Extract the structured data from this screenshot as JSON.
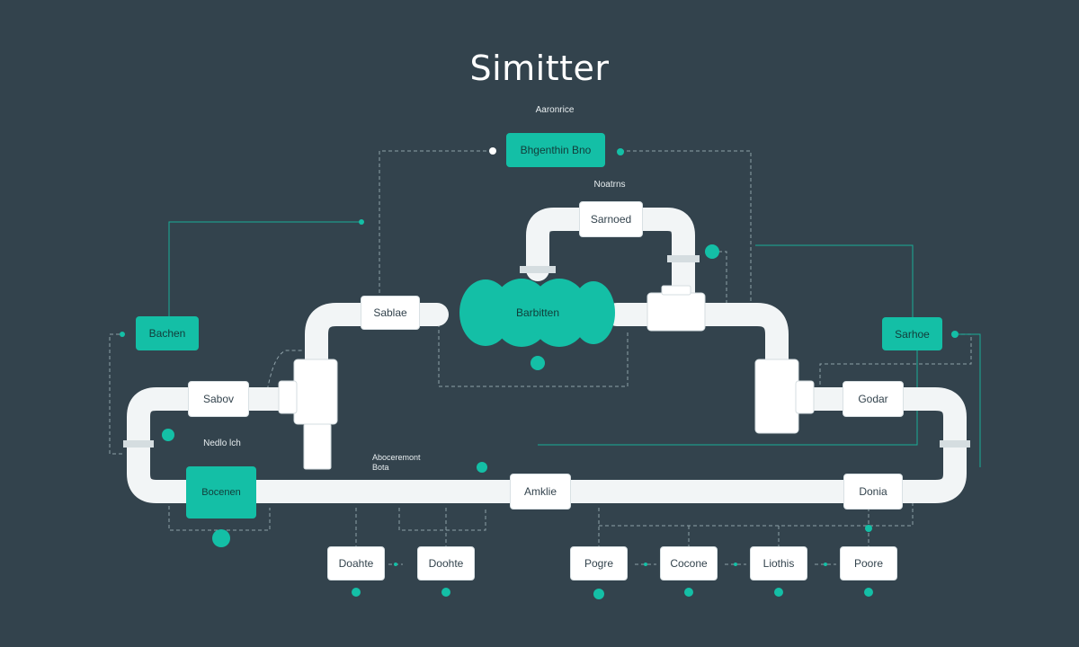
{
  "title": "Simitter",
  "subtitle": "Aaronrice",
  "top_node": "Bhgenthin Bno",
  "upper_note": "Noatrns",
  "colors": {
    "background": "#33434d",
    "accent": "#14bfa6",
    "pipe": "#f2f5f6",
    "line": "#9fb1b8"
  },
  "nodes": {
    "top_pipe_label": "Sarnoed",
    "tank_label": "Barbitten",
    "left_pipe_label": "Sablae",
    "left_teal": "Bachen",
    "right_teal": "Sarhoe",
    "left_lower_pipe": "Sabov",
    "right_lower_pipe": "Godar",
    "left_small_note": "Nedlo lch",
    "center_note_1": "Aboceremont",
    "center_note_2": "Bota",
    "left_bottom_teal": "Bocenen",
    "center_bottom": "Amklie",
    "right_bottom": "Donia"
  },
  "bottom_row": [
    "Doahte",
    "Doohte",
    "Pogre",
    "Cocone",
    "Liothis",
    "Poore"
  ]
}
